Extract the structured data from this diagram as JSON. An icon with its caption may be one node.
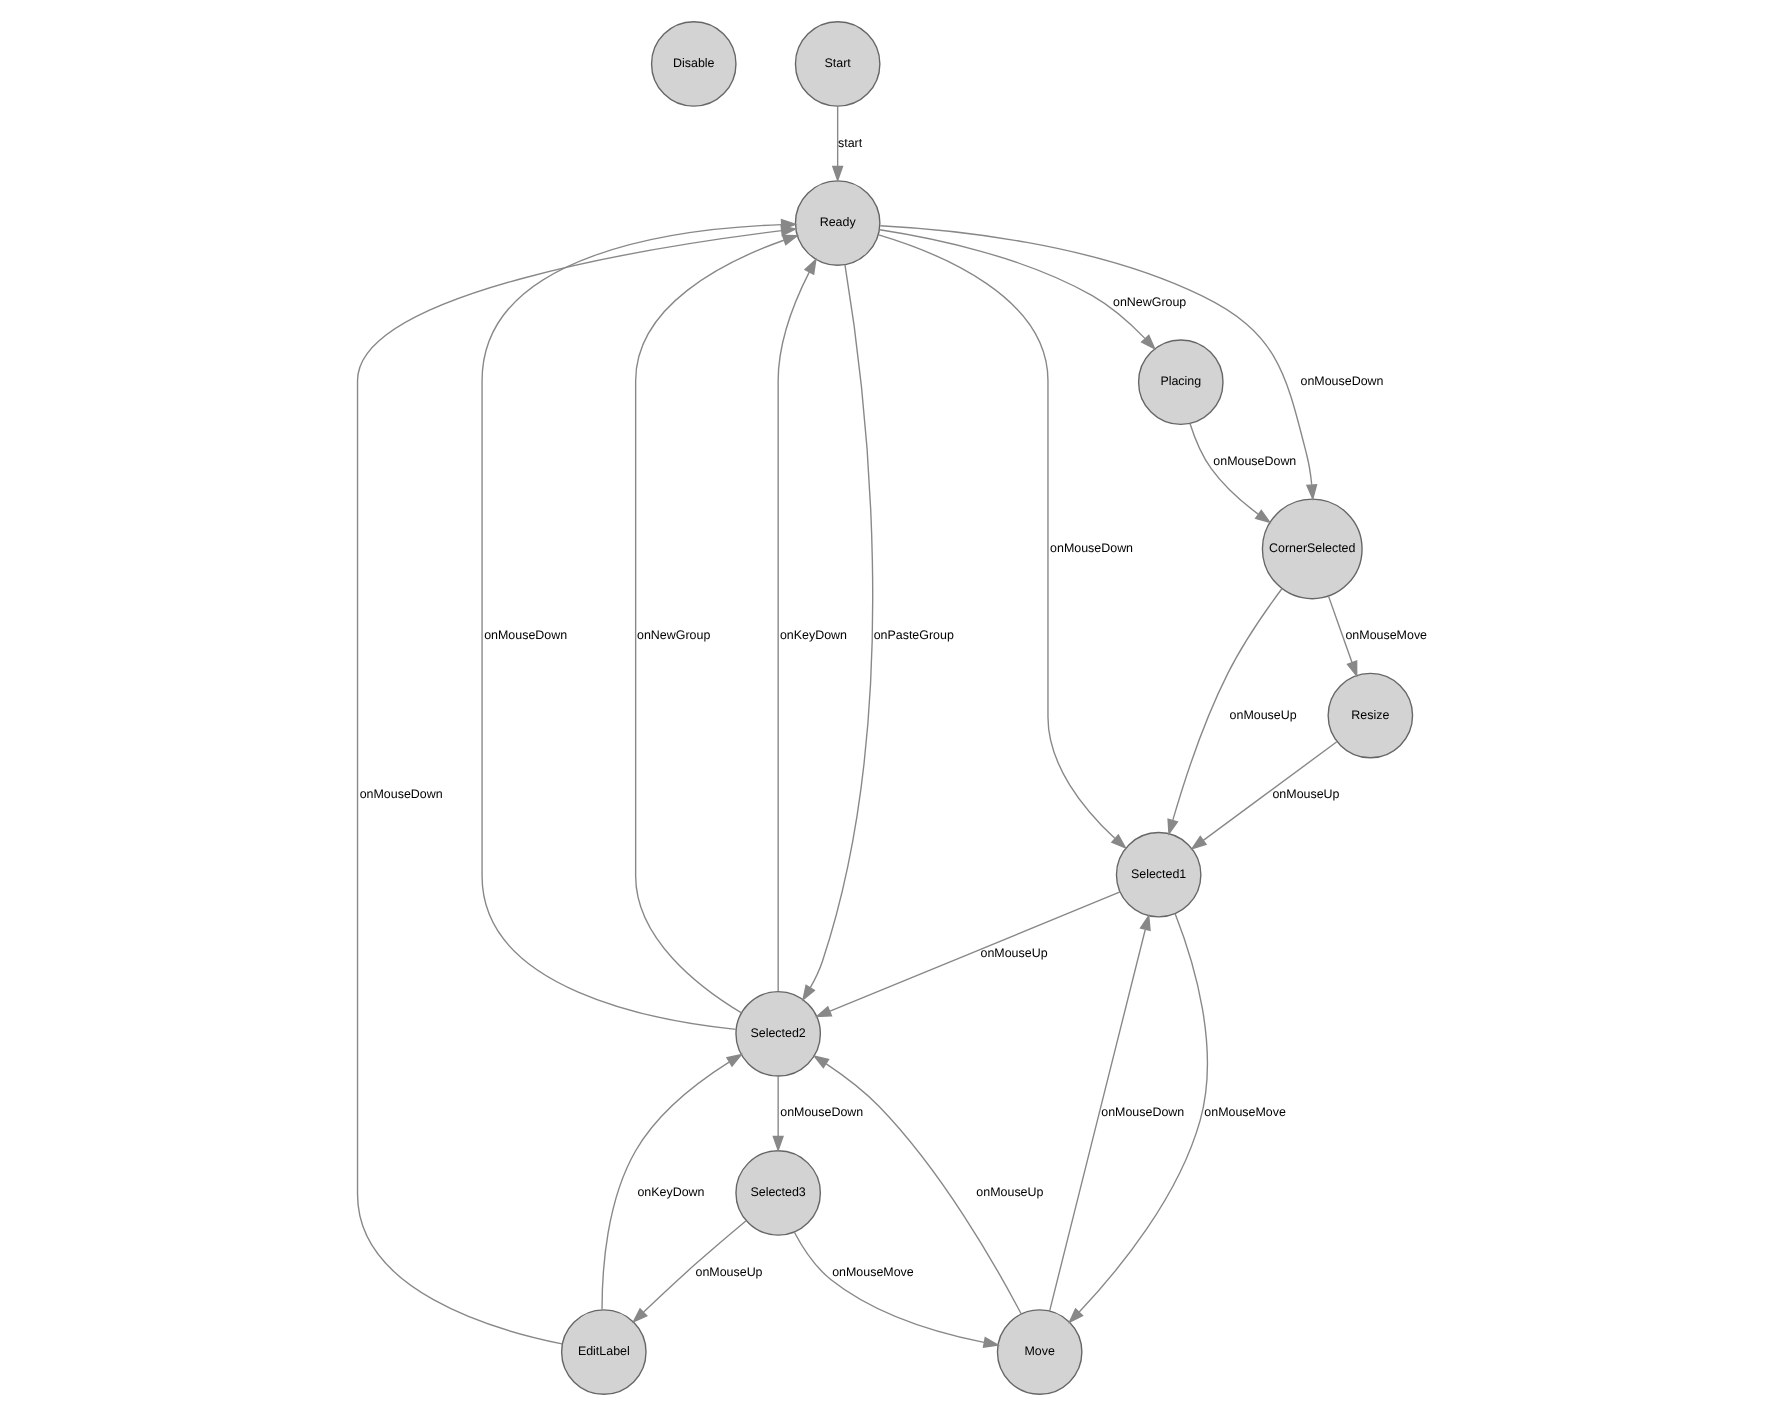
{
  "diagram": {
    "nodes": [
      {
        "text": [
          "Disable"
        ]
      },
      {
        "text": [
          "Start"
        ]
      },
      {
        "text": [
          "EditLabel"
        ]
      },
      {
        "text": [
          "Placing"
        ]
      },
      {
        "text": [
          "Ready"
        ]
      },
      {
        "text": [
          "Selected3"
        ]
      },
      {
        "text": [
          "Selected2"
        ]
      },
      {
        "text": [
          "CornerSelected"
        ]
      },
      {
        "text": [
          "Selected1"
        ]
      },
      {
        "text": [
          "Move"
        ]
      },
      {
        "text": [
          "Resize"
        ]
      }
    ],
    "edges": [
      {
        "from": 1,
        "to": 4,
        "arrow": "to",
        "label": "start"
      },
      {
        "from": 2,
        "to": 4,
        "arrow": "to",
        "label": "onMouseDown"
      },
      {
        "from": 2,
        "to": 6,
        "arrow": "to",
        "label": "onKeyDown"
      },
      {
        "from": 5,
        "to": 2,
        "arrow": "to",
        "label": "onMouseUp"
      },
      {
        "from": 4,
        "to": 3,
        "arrow": "to",
        "label": "onNewGroup"
      },
      {
        "from": 6,
        "to": 4,
        "arrow": "to",
        "label": "onMouseDown"
      },
      {
        "from": 6,
        "to": 4,
        "arrow": "to",
        "label": "onNewGroup"
      },
      {
        "from": 6,
        "to": 4,
        "arrow": "to",
        "label": "onKeyDown"
      },
      {
        "from": 4,
        "to": 6,
        "arrow": "to",
        "label": "onPasteGroup"
      },
      {
        "from": 6,
        "to": 5,
        "arrow": "to",
        "label": "onMouseDown"
      },
      {
        "from": 5,
        "to": 9,
        "arrow": "to",
        "label": "onMouseMove"
      },
      {
        "from": 3,
        "to": 7,
        "arrow": "to",
        "label": "onMouseDown"
      },
      {
        "from": 4,
        "to": 7,
        "arrow": "to",
        "label": "onMouseDown"
      },
      {
        "from": 4,
        "to": 8,
        "arrow": "to",
        "label": "onMouseDown"
      },
      {
        "from": 8,
        "to": 6,
        "arrow": "to",
        "label": "onMouseUp"
      },
      {
        "from": 9,
        "to": 6,
        "arrow": "to",
        "label": "onMouseUp"
      },
      {
        "from": 7,
        "to": 8,
        "arrow": "to",
        "label": "onMouseUp"
      },
      {
        "from": 9,
        "to": 8,
        "arrow": "to",
        "label": "onMouseDown"
      },
      {
        "from": 8,
        "to": 9,
        "arrow": "to",
        "label": "onMouseMove"
      },
      {
        "from": 7,
        "to": 10,
        "arrow": "to",
        "label": "onMouseMove"
      },
      {
        "from": 10,
        "to": 8,
        "arrow": "to",
        "label": "onMouseUp"
      }
    ]
  }
}
